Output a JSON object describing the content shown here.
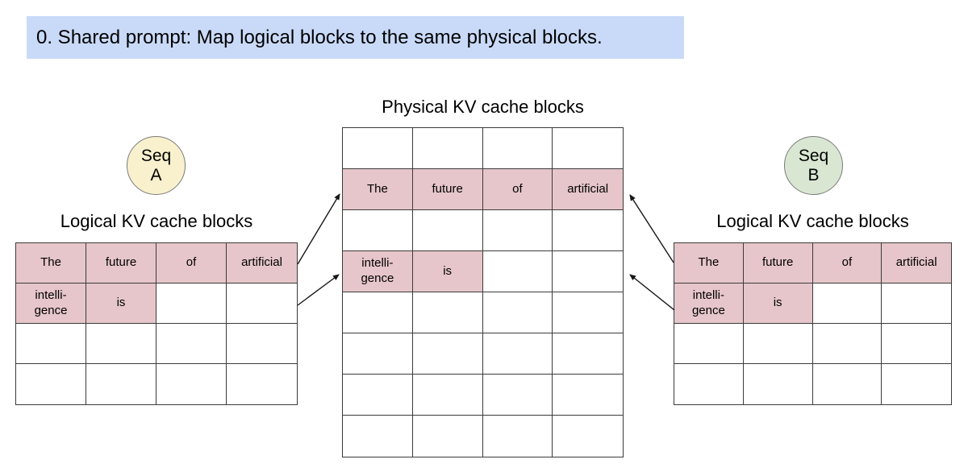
{
  "banner": {
    "text": "0. Shared prompt: Map logical blocks to the same physical blocks."
  },
  "colors": {
    "banner_bg": "#c9daf8",
    "filled_cell_bg": "#e6c6ca",
    "seq_a_bg": "#f9f0cd",
    "seq_b_bg": "#d9e7d2",
    "table_border": "#3b3b3b",
    "circle_border": "#7a7a7a",
    "arrow": "#161616"
  },
  "physical": {
    "title": "Physical KV cache blocks",
    "grid": [
      [
        "",
        "",
        "",
        ""
      ],
      [
        "The",
        "future",
        "of",
        "artificial"
      ],
      [
        "",
        "",
        "",
        ""
      ],
      [
        "intelli-\ngence",
        "is",
        "",
        ""
      ],
      [
        "",
        "",
        "",
        ""
      ],
      [
        "",
        "",
        "",
        ""
      ],
      [
        "",
        "",
        "",
        ""
      ],
      [
        "",
        "",
        "",
        ""
      ]
    ]
  },
  "seq_a": {
    "badge_line1": "Seq",
    "badge_line2": "A",
    "table_title": "Logical KV cache blocks",
    "grid": [
      [
        "The",
        "future",
        "of",
        "artificial"
      ],
      [
        "intelli-\ngence",
        "is",
        "",
        ""
      ],
      [
        "",
        "",
        "",
        ""
      ],
      [
        "",
        "",
        "",
        ""
      ]
    ]
  },
  "seq_b": {
    "badge_line1": "Seq",
    "badge_line2": "B",
    "table_title": "Logical KV cache blocks",
    "grid": [
      [
        "The",
        "future",
        "of",
        "artificial"
      ],
      [
        "intelli-\ngence",
        "is",
        "",
        ""
      ],
      [
        "",
        "",
        "",
        ""
      ],
      [
        "",
        "",
        "",
        ""
      ]
    ]
  },
  "mappings": [
    {
      "from": "seq-a-logical-block-0",
      "to": "physical-block-row-2"
    },
    {
      "from": "seq-a-logical-block-1",
      "to": "physical-block-row-4"
    },
    {
      "from": "seq-b-logical-block-0",
      "to": "physical-block-row-2"
    },
    {
      "from": "seq-b-logical-block-1",
      "to": "physical-block-row-4"
    }
  ]
}
